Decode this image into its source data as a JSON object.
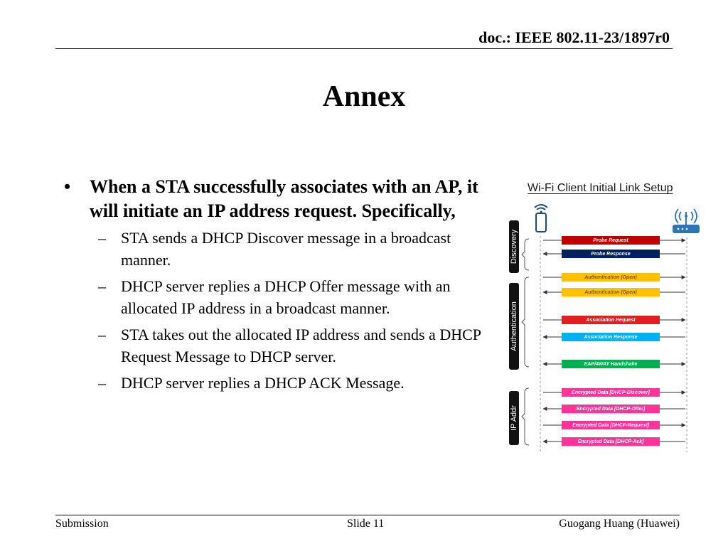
{
  "header": {
    "doc_id": "doc.: IEEE 802.11-23/1897r0"
  },
  "slide": {
    "title": "Annex",
    "bullet": "When a STA successfully associates with an AP, it will initiate an IP address request. Specifically,",
    "bullet_marker": "•",
    "sub_marker": "–",
    "sub_items": [
      "STA sends a DHCP Discover message in a broadcast manner.",
      "DHCP server replies a DHCP Offer message with an allocated IP address in a broadcast manner.",
      "STA takes out the allocated IP address and sends a DHCP Request Message to DHCP server.",
      "DHCP server replies a DHCP ACK Message."
    ]
  },
  "diagram": {
    "title": "Wi-Fi Client Initial Link Setup",
    "phases": [
      "Discovery",
      "Authentication",
      "IP Addr"
    ],
    "messages": [
      {
        "label": "Probe Request",
        "color": "#c00000",
        "text_color": "#ffffff",
        "direction": "right"
      },
      {
        "label": "Probe Response",
        "color": "#002060",
        "text_color": "#ffffff",
        "direction": "left"
      },
      {
        "label": "Authentication (Open)",
        "color": "#ffc000",
        "text_color": "#7a5a00",
        "direction": "right"
      },
      {
        "label": "Authentication (Open)",
        "color": "#ffc000",
        "text_color": "#7a5a00",
        "direction": "left"
      },
      {
        "label": "Association Request",
        "color": "#e02020",
        "text_color": "#ffffff",
        "direction": "right"
      },
      {
        "label": "Association Response",
        "color": "#00b0f0",
        "text_color": "#ffffff",
        "direction": "left"
      },
      {
        "label": "EAP/4WAY Handshake",
        "color": "#00b050",
        "text_color": "#ffffff",
        "direction": "both"
      },
      {
        "label": "Encrypted Data [DHCP-Discover]",
        "color": "#ff3399",
        "text_color": "#ffffff",
        "direction": "right"
      },
      {
        "label": "Encrypted Data [DHCP-Offer]",
        "color": "#ff3399",
        "text_color": "#ffffff",
        "direction": "left"
      },
      {
        "label": "Encrypted Data [DHCP-Request]",
        "color": "#ff3399",
        "text_color": "#ffffff",
        "direction": "right"
      },
      {
        "label": "Encrypted Data [DHCP-Ack]",
        "color": "#ff3399",
        "text_color": "#ffffff",
        "direction": "left"
      }
    ],
    "icons": {
      "station": "smartphone-wifi-icon",
      "access_point": "router-icon"
    }
  },
  "footer": {
    "left": "Submission",
    "center": "Slide 11",
    "right": "Guogang Huang (Huawei)"
  }
}
